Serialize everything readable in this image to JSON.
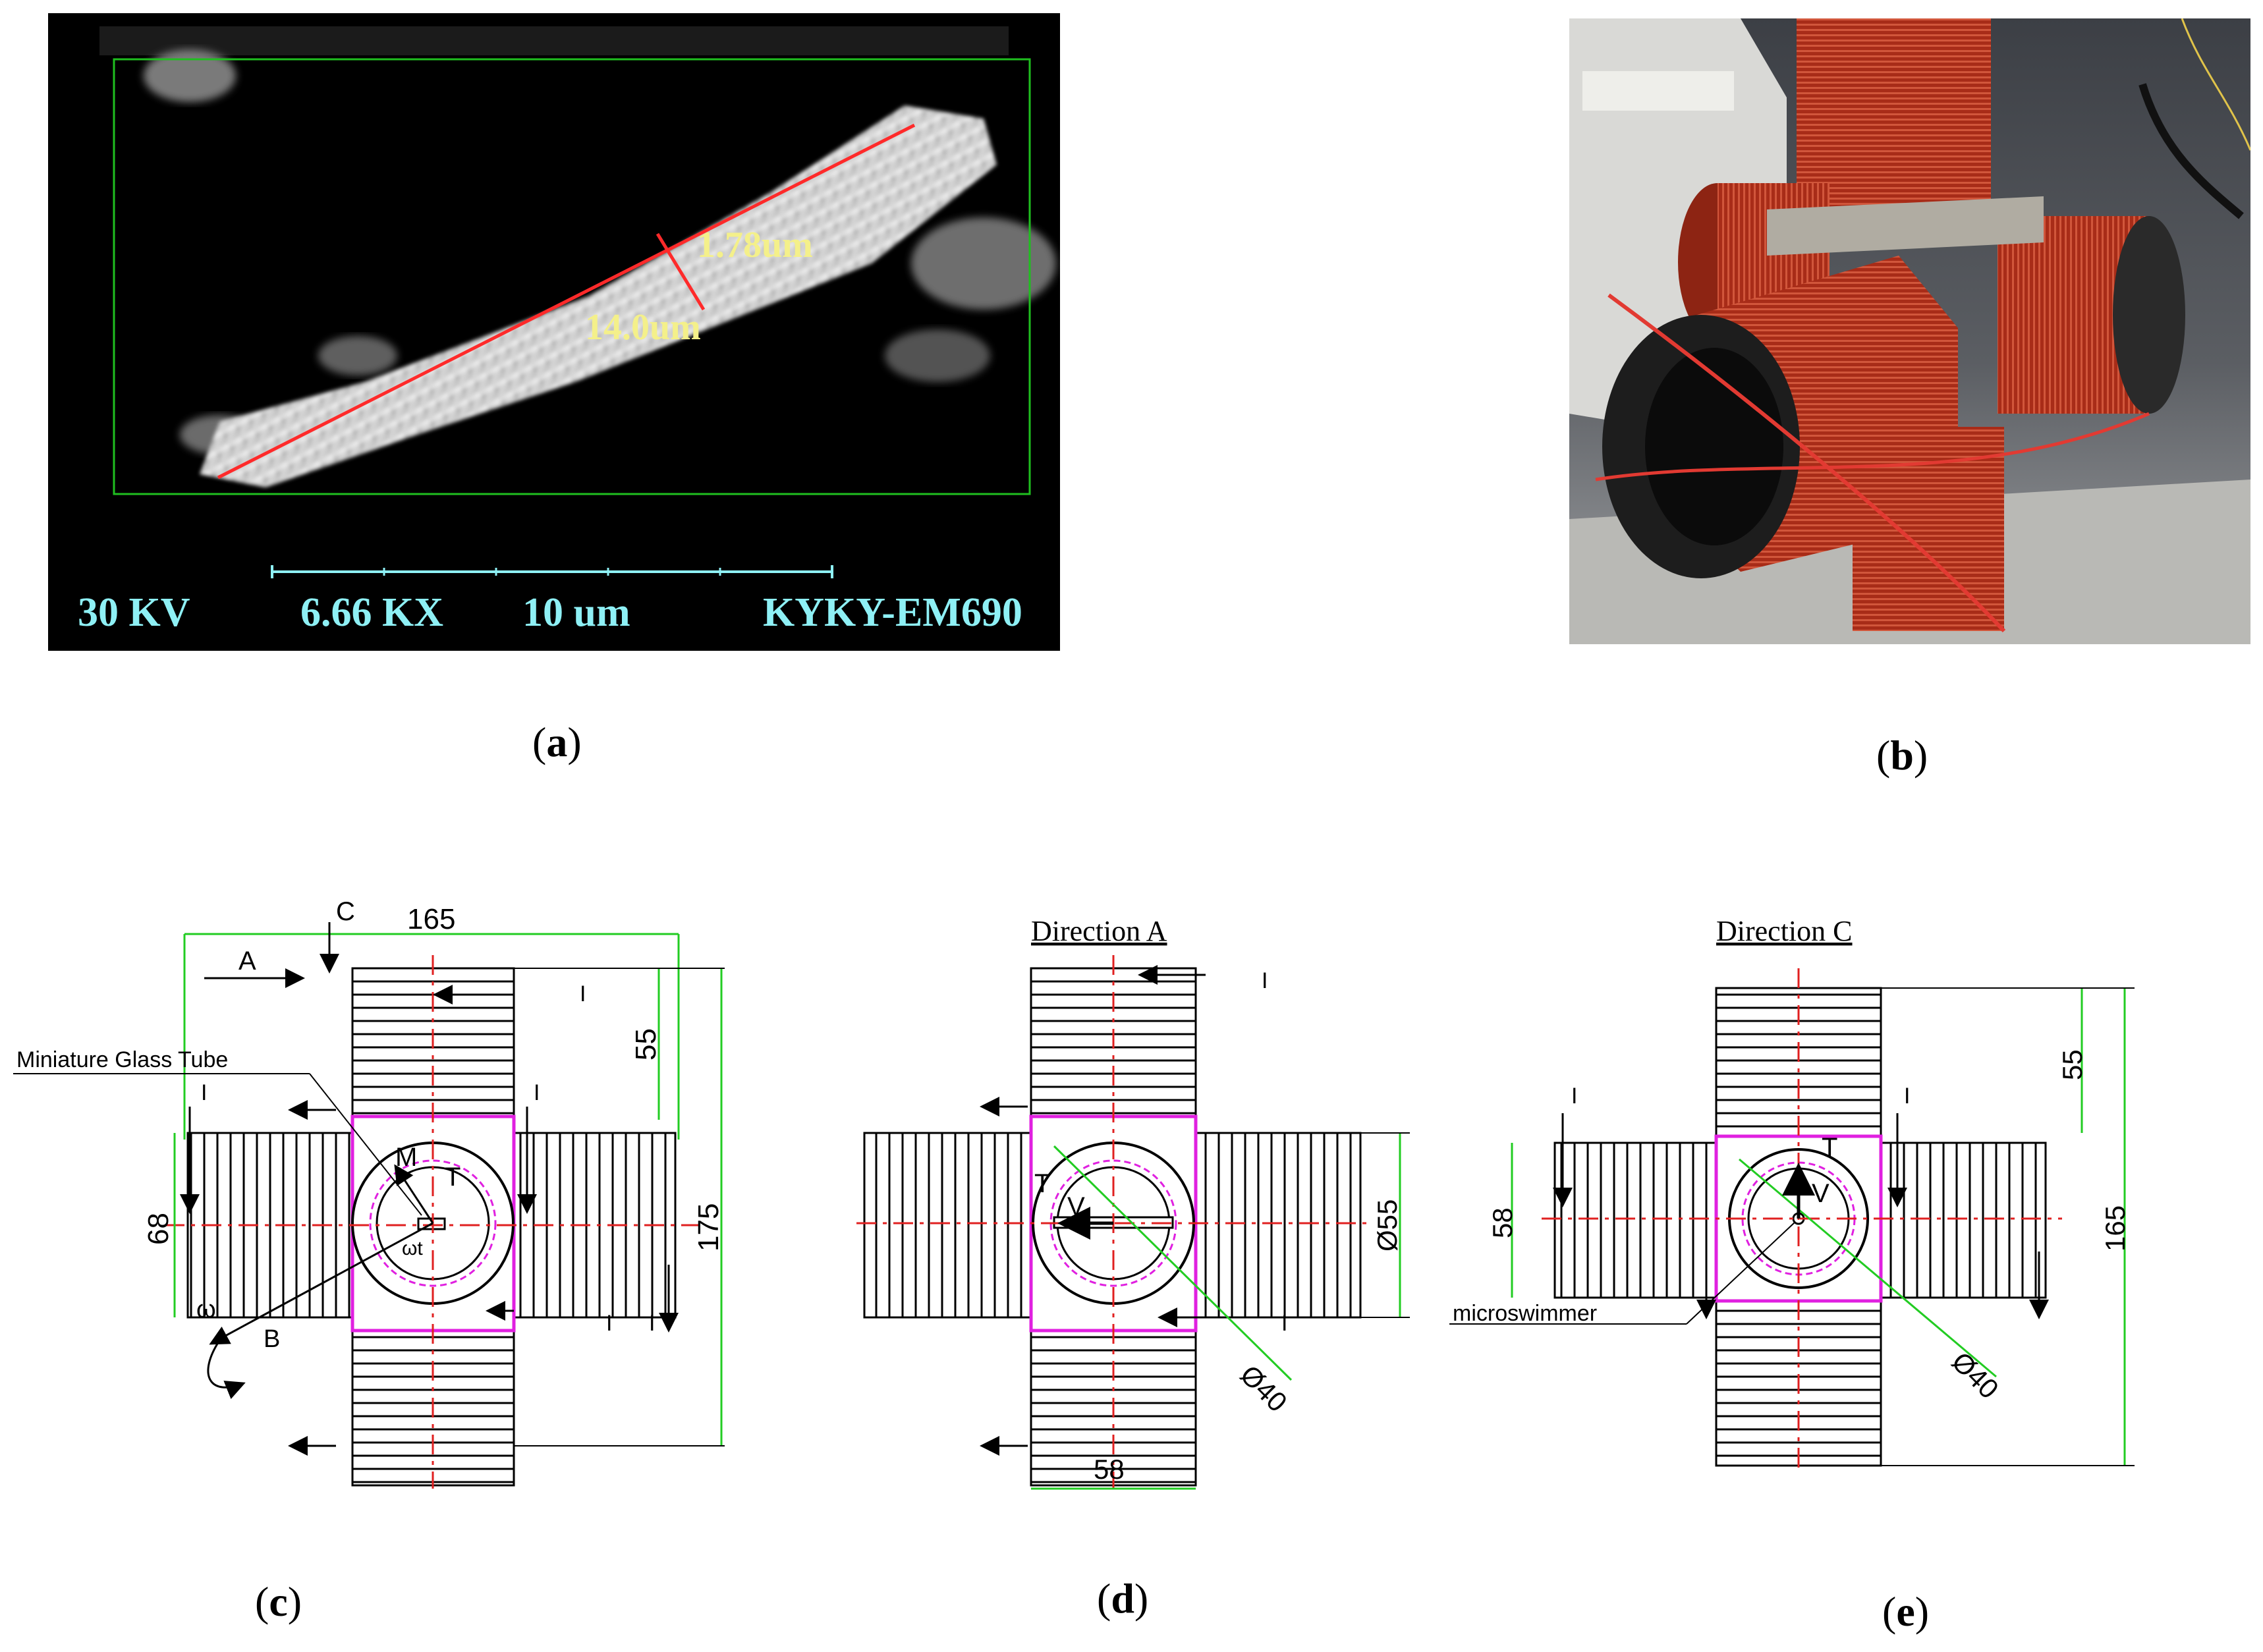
{
  "panel_a": {
    "caption": "a",
    "accel_voltage": "30 KV",
    "magnification": "6.66 KX",
    "scale": "10 um",
    "instrument": "KYKY-EM690",
    "diameter_label": "1.78um",
    "length_label": "14.0um"
  },
  "panel_b": {
    "caption": "b"
  },
  "panel_c": {
    "caption": "c",
    "dim_width": "165",
    "dim_height": "175",
    "dim_coil_len": "55",
    "dim_side": "68",
    "label_C": "C",
    "label_A": "A",
    "label_tube": "Miniature Glass Tube",
    "label_M": "M",
    "label_T": "T",
    "label_wt": "ωt",
    "label_w": "ω",
    "label_B": "B",
    "label_I": "I"
  },
  "panel_d": {
    "caption": "d",
    "title": "Direction A",
    "dim_bottom": "58",
    "dim_right": "Ø55",
    "dim_diag": "Ø40",
    "label_T": "T",
    "label_V": "V",
    "label_I": "I"
  },
  "panel_e": {
    "caption": "e",
    "title": "Direction C",
    "dim_coil_len": "55",
    "dim_left": "58",
    "dim_height": "165",
    "dim_diag": "Ø40",
    "label_T": "T",
    "label_V": "V",
    "label_micro": "microswimmer",
    "label_I": "I"
  },
  "colors": {
    "sem_text": "#8ef0f5",
    "sem_measure": "#f4f08a",
    "sem_line": "#ff2a2a",
    "dimension_green": "#22cc22",
    "frame_magenta": "#e020e0",
    "centerline_red": "#e02020",
    "coil_copper": "#b5301b"
  }
}
